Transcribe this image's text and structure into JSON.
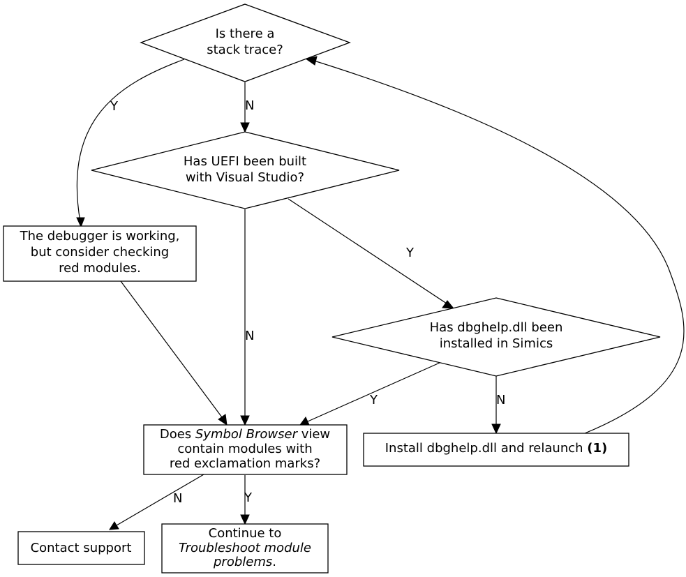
{
  "nodes": {
    "stack_trace": {
      "lines": [
        "Is there a",
        "stack trace?"
      ]
    },
    "uefi_vs": {
      "lines": [
        "Has UEFI been built",
        "with Visual Studio?"
      ]
    },
    "debugger_working": {
      "lines": [
        "The debugger is working,",
        "but consider checking",
        "red modules."
      ]
    },
    "dbghelp_installed": {
      "lines": [
        "Has dbghelp.dll been",
        "installed in Simics"
      ]
    },
    "symbol_browser": {
      "line1_pre": "Does ",
      "line1_em": "Symbol Browser",
      "line1_post": " view",
      "line2": "contain modules with",
      "line3": "red exclamation marks?"
    },
    "install_dbghelp": {
      "text": "Install dbghelp.dll and relaunch ",
      "bold": "(1)"
    },
    "contact_support": {
      "text": "Contact support"
    },
    "continue_troubleshoot": {
      "line1": "Continue to",
      "line2_em": "Troubleshoot module",
      "line3_em": "problems",
      "line3_post": "."
    }
  },
  "edges": {
    "stack_to_debugger": "Y",
    "stack_to_uefi": "N",
    "uefi_to_dbghelp": "Y",
    "uefi_to_symbol": "N",
    "dbghelp_to_symbol": "Y",
    "dbghelp_to_install": "N",
    "symbol_to_contact": "N",
    "symbol_to_continue": "Y"
  }
}
